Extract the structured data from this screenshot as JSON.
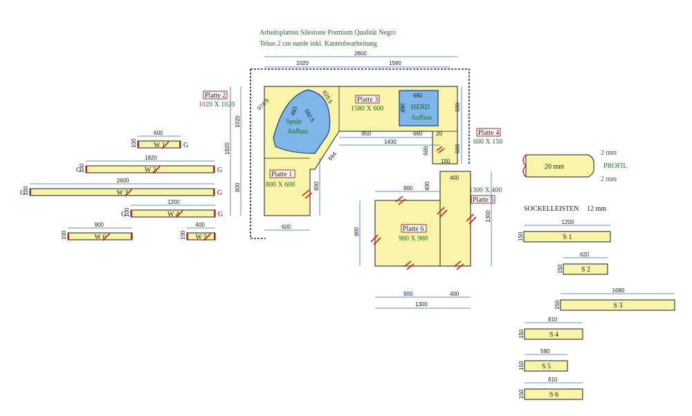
{
  "title": {
    "line1": "Arbeitsplatten Silestone Premium Qualität Negro",
    "line2": "Tebas 2 cm suede inkl. Kantenbearbeitung"
  },
  "plates": {
    "p1": {
      "label": "Platte 1",
      "size": "800 X 600"
    },
    "p2": {
      "label": "Platte 2",
      "size": "1020 X 1020"
    },
    "p3": {
      "label": "Platte 3",
      "size": "1580 X 600"
    },
    "p4": {
      "label": "Platte 4",
      "size": "600 X 150"
    },
    "p5": {
      "label": "Platte 5",
      "size": "1300 X 400"
    },
    "p6": {
      "label": "Platte 6",
      "size": "900 X 900"
    }
  },
  "cutouts": {
    "sink": {
      "line1": "Spule",
      "line2": "Aufbau"
    },
    "herd": {
      "line1": "HERD",
      "line2": "Aufbau"
    }
  },
  "profile": {
    "label": "PROFIL",
    "thickness": "20 mm",
    "r_top": "2 mm",
    "r_bottom": "2 mm"
  },
  "sockel": {
    "heading": "SOCKELLEISTEN",
    "thickness": "12 mm",
    "items": [
      {
        "name": "S 1",
        "length": "1200",
        "height": "150"
      },
      {
        "name": "S 2",
        "length": "620",
        "height": "150"
      },
      {
        "name": "S 3",
        "length": "1680",
        "height": "150"
      },
      {
        "name": "S 4",
        "length": "810",
        "height": "150"
      },
      {
        "name": "S 5",
        "length": "590",
        "height": "150"
      },
      {
        "name": "S 6",
        "length": "810",
        "height": "150"
      }
    ]
  },
  "walls": {
    "items": [
      {
        "name": "W 1",
        "length": "600",
        "height": "100",
        "g_left": "",
        "g_right": "G"
      },
      {
        "name": "W 2",
        "length": "1820",
        "height": "100",
        "g_left": "G",
        "g_right": "G"
      },
      {
        "name": "W 3",
        "length": "2600",
        "height": "100",
        "g_left": "G",
        "g_right": "G"
      },
      {
        "name": "W 4",
        "length": "1200",
        "height": "100",
        "g_left": "G",
        "g_right": "G"
      },
      {
        "name": "W 6",
        "length": "900",
        "height": "100",
        "g_left": "",
        "g_right": ""
      },
      {
        "name": "W 5",
        "length": "400",
        "height": "100",
        "g_left": "",
        "g_right": ""
      }
    ]
  },
  "dims": {
    "top_total": "2600",
    "top_left": "1020",
    "top_right": "1580",
    "left_total": "1820",
    "left_upper": "1020",
    "left_lower": "800",
    "right_600a": "600",
    "right_600b": "600",
    "diag_974": "974.5",
    "diag_625": "625.5",
    "diag_592": "592.5",
    "diag_453": "453",
    "diag_694": "694",
    "p1_width": "600",
    "p1_height": "800",
    "herd_w": "660",
    "herd_h": "490",
    "d850": "850",
    "d660": "660",
    "d1430": "1430",
    "d20": "20",
    "d600v": "600",
    "d150": "150",
    "d400_top": "400",
    "d900_top": "900",
    "d400v": "400",
    "d900v": "900",
    "d1300v": "1300",
    "bottom_900": "900",
    "bottom_400": "400",
    "bottom_1300": "1300"
  }
}
